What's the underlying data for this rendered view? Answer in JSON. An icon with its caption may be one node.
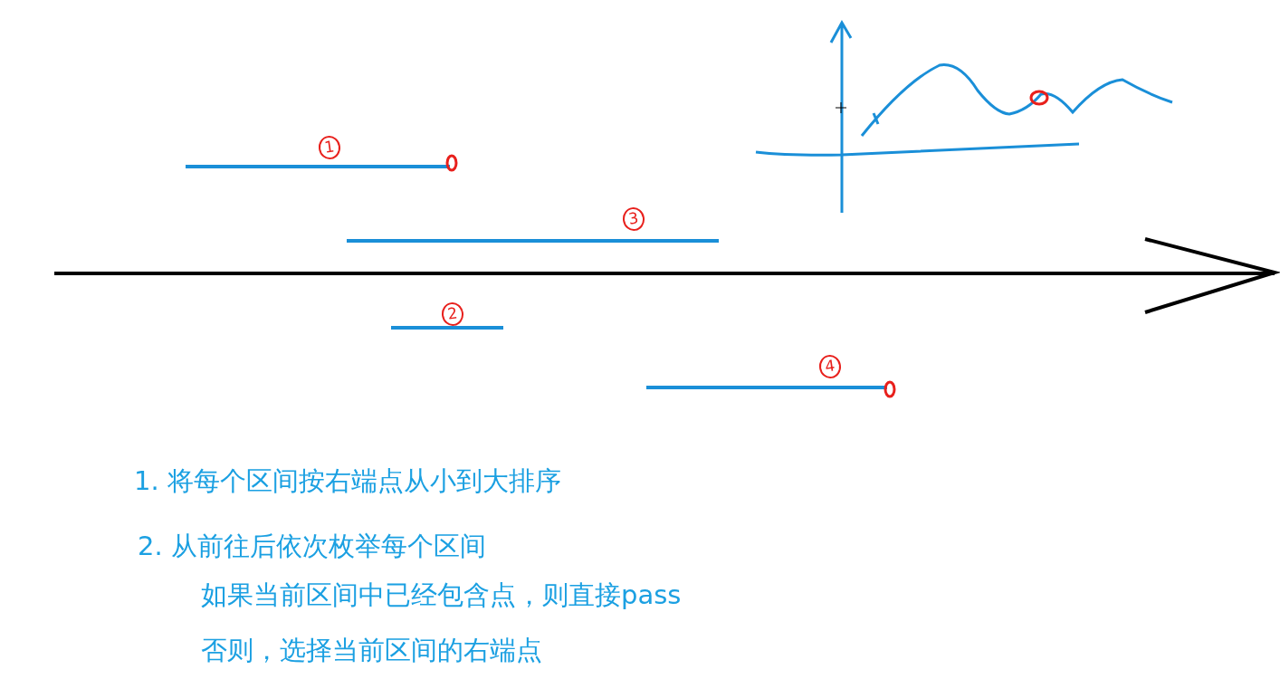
{
  "diagram": {
    "labels": [
      "1",
      "3",
      "2",
      "4",
      "1. 将每个区间按右端点从小到大排序",
      "2. 从前往后依次枚举每个区间",
      "如果当前区间中已经包含点，则直接pass",
      "否则，选择当前区间的右端点"
    ]
  }
}
